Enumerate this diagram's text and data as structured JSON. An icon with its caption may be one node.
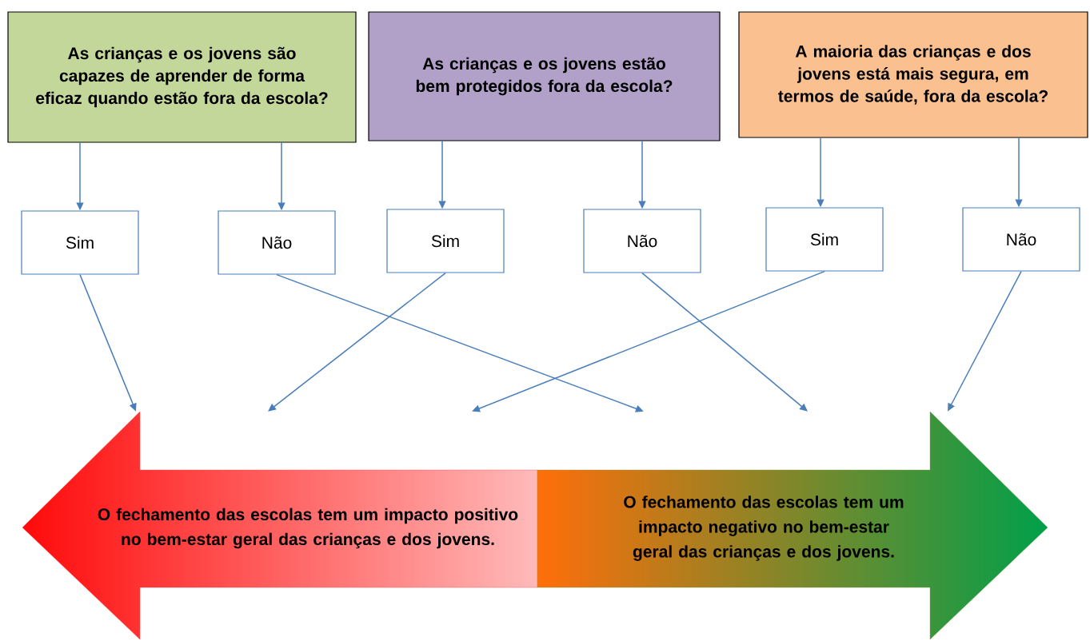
{
  "diagram": {
    "nodes": [
      {
        "text": [
          "As crianças e os jovens são capazes de aprender de forma eficaz quando estão fora da escola?"
        ]
      },
      {
        "text": [
          "As crianças e os jovens estão bem protegidos fora da escola?"
        ]
      },
      {
        "text": [
          "A maioria das crianças e dos jovens está mais segura, em termos de saúde, fora da escola?"
        ]
      },
      {
        "text": [
          "Sim"
        ]
      },
      {
        "text": [
          "Não"
        ]
      },
      {
        "text": [
          "Sim"
        ]
      },
      {
        "text": [
          "Não"
        ]
      },
      {
        "text": [
          "Sim"
        ]
      },
      {
        "text": [
          "Não"
        ]
      },
      {
        "text": [
          "O fechamento das escolas tem um impacto positivo no bem-estar geral das crianças e dos jovens."
        ]
      },
      {
        "text": [
          "O fechamento das escolas tem um impacto negativo no bem-estar geral das crianças e dos jovens."
        ]
      }
    ],
    "edges": [
      {
        "from": 0,
        "to": 3,
        "arrow": "to"
      },
      {
        "from": 0,
        "to": 4,
        "arrow": "to"
      },
      {
        "from": 1,
        "to": 5,
        "arrow": "to"
      },
      {
        "from": 1,
        "to": 6,
        "arrow": "to"
      },
      {
        "from": 2,
        "to": 7,
        "arrow": "to"
      },
      {
        "from": 2,
        "to": 8,
        "arrow": "to"
      },
      {
        "from": 3,
        "to": 9,
        "arrow": "to"
      },
      {
        "from": 4,
        "to": 10,
        "arrow": "to"
      },
      {
        "from": 5,
        "to": 9,
        "arrow": "to"
      },
      {
        "from": 6,
        "to": 10,
        "arrow": "to"
      },
      {
        "from": 7,
        "to": 9,
        "arrow": "to"
      },
      {
        "from": 8,
        "to": 10,
        "arrow": "to"
      }
    ]
  }
}
